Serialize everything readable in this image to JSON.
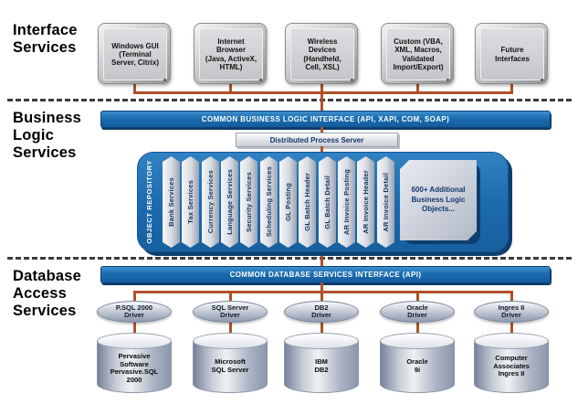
{
  "diagram": {
    "sections": [
      {
        "label": "Interface\nServices"
      },
      {
        "label": "Business\nLogic\nServices"
      },
      {
        "label": "Database\nAccess\nServices"
      }
    ],
    "interface_devices": [
      {
        "label": "Windows GUI\n(Terminal\nServer, Citrix)"
      },
      {
        "label": "Internet\nBrowser\n(Java, ActiveX,\nHTML)"
      },
      {
        "label": "Wireless\nDevices\n(Handheld,\nCell, XSL)"
      },
      {
        "label": "Custom (VBA,\nXML, Macros,\nValidated\nImport/Export)"
      },
      {
        "label": "Future\nInterfaces"
      }
    ],
    "business_logic": {
      "interface_bar": "COMMON BUSINESS LOGIC INTERFACE (API, XAPI, COM, SOAP)",
      "process_server": "Distributed Process Server",
      "object_repository": "OBJECT REPOSITORY",
      "objects": [
        "Bank Services",
        "Tax Services",
        "Currency Services",
        "Language Services",
        "Security Services",
        "Scheduling Services",
        "GL Posting",
        "GL Batch Header",
        "GL Batch Detail",
        "AR Invoice Posting",
        "AR Invoice Header",
        "AR Invoice Detail"
      ],
      "additional_objects": "600+ Additional\nBusiness Logic\nObjects..."
    },
    "database_access": {
      "interface_bar": "COMMON DATABASE SERVICES INTERFACE (API)",
      "drivers": [
        {
          "label": "P.SQL 2000\nDriver"
        },
        {
          "label": "SQL Server\nDriver"
        },
        {
          "label": "DB2\nDriver"
        },
        {
          "label": "Oracle\nDriver"
        },
        {
          "label": "Ingres II\nDriver"
        }
      ],
      "databases": [
        {
          "label": "Pervasive\nSoftware\nPervasive.SQL\n2000"
        },
        {
          "label": "Microsoft\nSQL Server"
        },
        {
          "label": "IBM\nDB2"
        },
        {
          "label": "Oracle\n9i"
        },
        {
          "label": "Computer\nAssociates\nIngres II"
        }
      ]
    },
    "colors": {
      "bar_blue": "#1a6cb0",
      "repository_blue": "#1e6fb3",
      "shadow_navy": "#0d3e6e",
      "connector_orange": "#b2502a",
      "text_navy": "#14376b"
    }
  }
}
